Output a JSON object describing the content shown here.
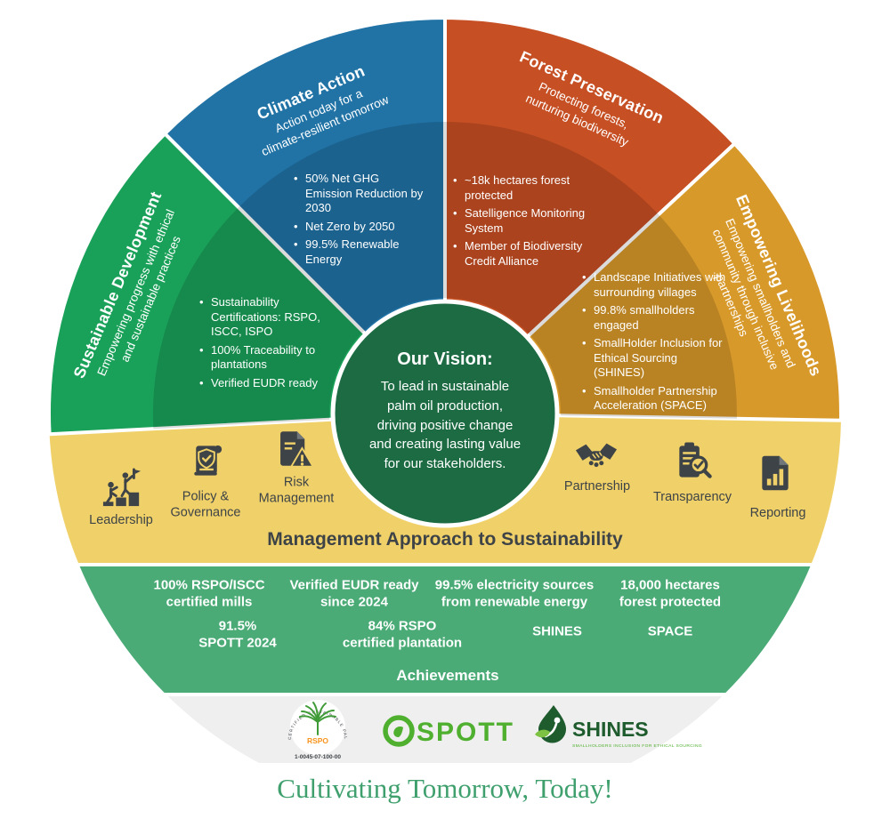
{
  "vision": {
    "title": "Our Vision:",
    "lines": [
      "To lead in sustainable",
      "palm oil production,",
      "driving positive change",
      "and creating lasting value",
      "for our stakeholders."
    ]
  },
  "segments": [
    {
      "id": "sustainable-development",
      "title": "Sustainable Development",
      "subtitle_lines": [
        "Empowering progress with ethical",
        "and sustainable practices"
      ],
      "bullets": [
        "Sustainability Certifications: RSPO, ISCC, ISPO",
        "100% Traceability to plantations",
        "Verified EUDR ready"
      ],
      "color": "#1AA159"
    },
    {
      "id": "climate-action",
      "title": "Climate Action",
      "subtitle_lines": [
        "Action today for a",
        "climate-resilient tomorrow"
      ],
      "bullets": [
        "50% Net GHG Emission Reduction by 2030",
        "Net Zero by 2050",
        "99.5% Renewable Energy"
      ],
      "color": "#2173A6"
    },
    {
      "id": "forest-preservation",
      "title": "Forest Preservation",
      "subtitle_lines": [
        "Protecting forests,",
        "nurturing biodiversity"
      ],
      "bullets": [
        "~18k hectares forest protected",
        "Satelligence Monitoring System",
        "Member of Biodiversity Credit Alliance"
      ],
      "color": "#C64F23"
    },
    {
      "id": "empowering-livelihoods",
      "title": "Empowering Livelihoods",
      "subtitle_lines": [
        "Empowering smallholders and",
        "community through inclusive",
        "partnerships"
      ],
      "bullets": [
        "Landscape Initiatives with surrounding villages",
        "99.8% smallholders engaged",
        "SmallHolder Inclusion for Ethical Sourcing (SHINES)",
        "Smallholder Partnership Acceleration (SPACE)"
      ],
      "color": "#D8992B"
    }
  ],
  "management": {
    "title": "Management Approach to Sustainability",
    "items": [
      {
        "label": "Leadership",
        "icon": "leadership-icon"
      },
      {
        "label": "Policy & Governance",
        "icon": "policy-governance-icon"
      },
      {
        "label": "Risk Management",
        "icon": "risk-management-icon"
      },
      {
        "label": "Partnership",
        "icon": "partnership-icon"
      },
      {
        "label": "Transparency",
        "icon": "transparency-icon"
      },
      {
        "label": "Reporting",
        "icon": "reporting-icon"
      }
    ]
  },
  "achievements": {
    "title": "Achievements",
    "stats": [
      {
        "lines": [
          "100% RSPO/ISCC",
          "certified mills"
        ]
      },
      {
        "lines": [
          "Verified EUDR ready",
          "since 2024"
        ]
      },
      {
        "lines": [
          "99.5% electricity sources",
          "from renewable energy"
        ]
      },
      {
        "lines": [
          "18,000 hectares",
          "forest protected"
        ]
      },
      {
        "lines": [
          "91.5%",
          "SPOTT 2024"
        ]
      },
      {
        "lines": [
          "84% RSPO",
          "certified plantation"
        ]
      },
      {
        "lines": [
          "SHINES",
          ""
        ]
      },
      {
        "lines": [
          "SPACE",
          ""
        ]
      }
    ]
  },
  "logos": {
    "rspo": {
      "name": "RSPO",
      "arc_text": "CERTIFIED SUSTAINABLE PALM OIL",
      "code": "1-0045-07-100-00"
    },
    "spott": {
      "name": "SPOTT"
    },
    "shines": {
      "name": "SHINES",
      "tagline": "SMALLHOLDERS INCLUSION FOR ETHICAL SOURCING"
    }
  },
  "tagline": "Cultivating Tomorrow, Today!",
  "colors": {
    "sustainable_development": "#1AA159",
    "climate_action": "#2173A6",
    "forest_preservation": "#C64F23",
    "empowering_livelihoods": "#D8992B",
    "vision_circle": "#1C6B43",
    "management_band": "#F0D169",
    "achievements_band": "#4AAB76",
    "logo_band": "#EFEFEF",
    "dark_text": "#3E4347",
    "tagline_green": "#3FA06E"
  }
}
